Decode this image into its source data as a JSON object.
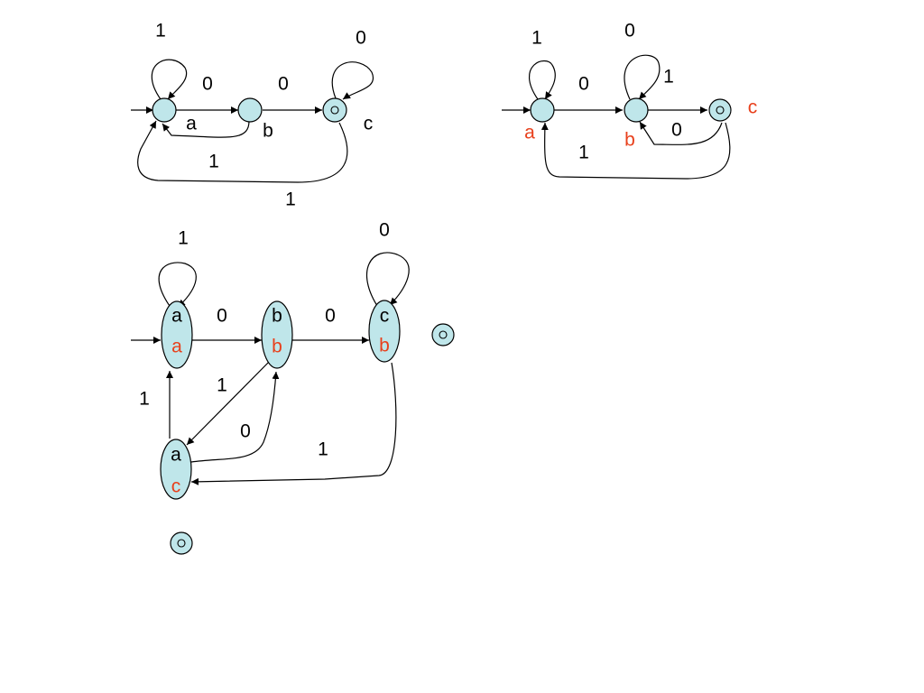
{
  "colors": {
    "node_fill": "#bfe6ea",
    "stroke": "#000000",
    "accent": "#e8401c"
  },
  "diagram1": {
    "states": {
      "a": "a",
      "b": "b",
      "c": "c"
    },
    "edges": {
      "a_loop": "1",
      "a_to_b": "0",
      "b_to_c": "0",
      "c_loop": "0",
      "b_to_a": "1",
      "c_to_a": "1"
    }
  },
  "diagram2": {
    "states": {
      "a": "a",
      "b": "b",
      "c": "c"
    },
    "edges": {
      "a_loop": "1",
      "b_loop": "0",
      "b_loop_extra": "1",
      "a_to_b": "0",
      "c_to_b": "0",
      "c_to_a": "1"
    }
  },
  "diagram3": {
    "states": {
      "aa": {
        "top": "a",
        "bottom": "a"
      },
      "bb": {
        "top": "b",
        "bottom": "b"
      },
      "cb": {
        "top": "c",
        "bottom": "b"
      },
      "ac": {
        "top": "a",
        "bottom": "c"
      }
    },
    "edges": {
      "aa_loop": "1",
      "cb_loop": "0",
      "aa_to_bb": "0",
      "bb_to_cb": "0",
      "ac_to_aa": "1",
      "bb_to_ac": "1",
      "ac_to_bb": "0",
      "cb_to_ac": "1"
    }
  }
}
